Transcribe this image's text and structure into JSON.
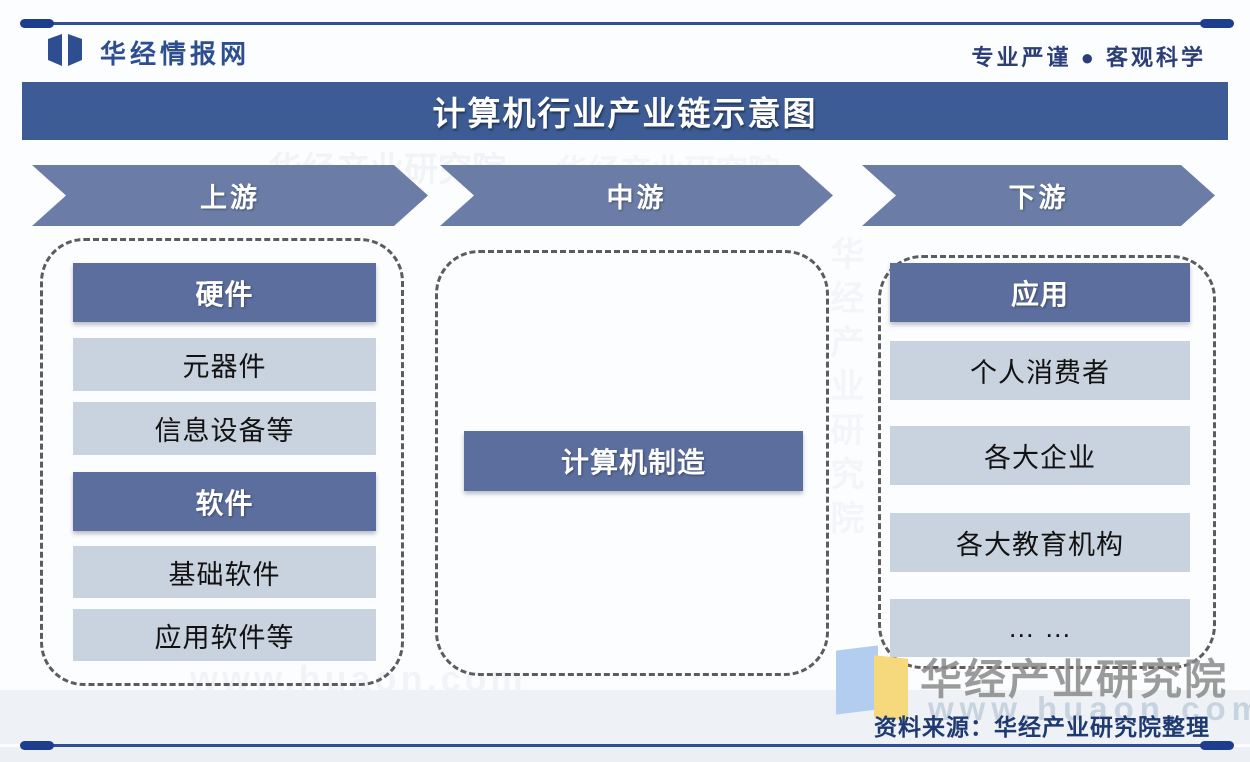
{
  "header": {
    "brand": "华经情报网",
    "tagline": "专业严谨 ● 客观科学"
  },
  "title": "计算机行业产业链示意图",
  "stages": [
    {
      "label": "上游"
    },
    {
      "label": "中游"
    },
    {
      "label": "下游"
    }
  ],
  "chain": {
    "upstream": {
      "items": [
        {
          "label": "硬件",
          "style": "dark"
        },
        {
          "label": "元器件",
          "style": "light"
        },
        {
          "label": "信息设备等",
          "style": "light"
        },
        {
          "label": "软件",
          "style": "dark"
        },
        {
          "label": "基础软件",
          "style": "light"
        },
        {
          "label": "应用软件等",
          "style": "light"
        }
      ]
    },
    "midstream": {
      "items": [
        {
          "label": "计算机制造",
          "style": "dark"
        }
      ]
    },
    "downstream": {
      "items": [
        {
          "label": "应用",
          "style": "dark"
        },
        {
          "label": "个人消费者",
          "style": "light"
        },
        {
          "label": "各大企业",
          "style": "light"
        },
        {
          "label": "各大教育机构",
          "style": "light"
        },
        {
          "label": "… …",
          "style": "light"
        }
      ]
    }
  },
  "footer": {
    "watermark_brand": "华经产业研究院",
    "watermark_url": "www.huaon.com",
    "source": "资料来源：华经产业研究院整理"
  },
  "colors": {
    "accent_rule": "#2e4f96",
    "title_bar": "#3d5c95",
    "arrow": "#6b7da6",
    "dark_box": "#5b6e9e",
    "light_box": "#c9d2df",
    "logo_blue": "#b3cdf0",
    "logo_yellow": "#f6d97c",
    "source_text": "#1e3a70"
  }
}
